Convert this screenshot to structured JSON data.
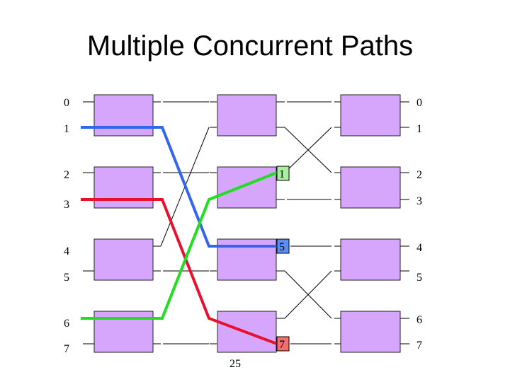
{
  "title": "Multiple Concurrent Paths",
  "input_ports": [
    "0",
    "1",
    "2",
    "3",
    "4",
    "5",
    "6",
    "7"
  ],
  "output_ports": [
    "0",
    "1",
    "2",
    "3",
    "4",
    "5",
    "6",
    "7"
  ],
  "page_number": "25",
  "switch_color": "#d5a6fb",
  "paths": [
    {
      "color": "#3366ee",
      "tag": "5",
      "tag_color": "#5b8ef0"
    },
    {
      "color": "#e8102c",
      "tag": "7",
      "tag_color": "#f07070"
    },
    {
      "color": "#22dd22",
      "tag": "1",
      "tag_color": "#a8f0a0"
    }
  ]
}
